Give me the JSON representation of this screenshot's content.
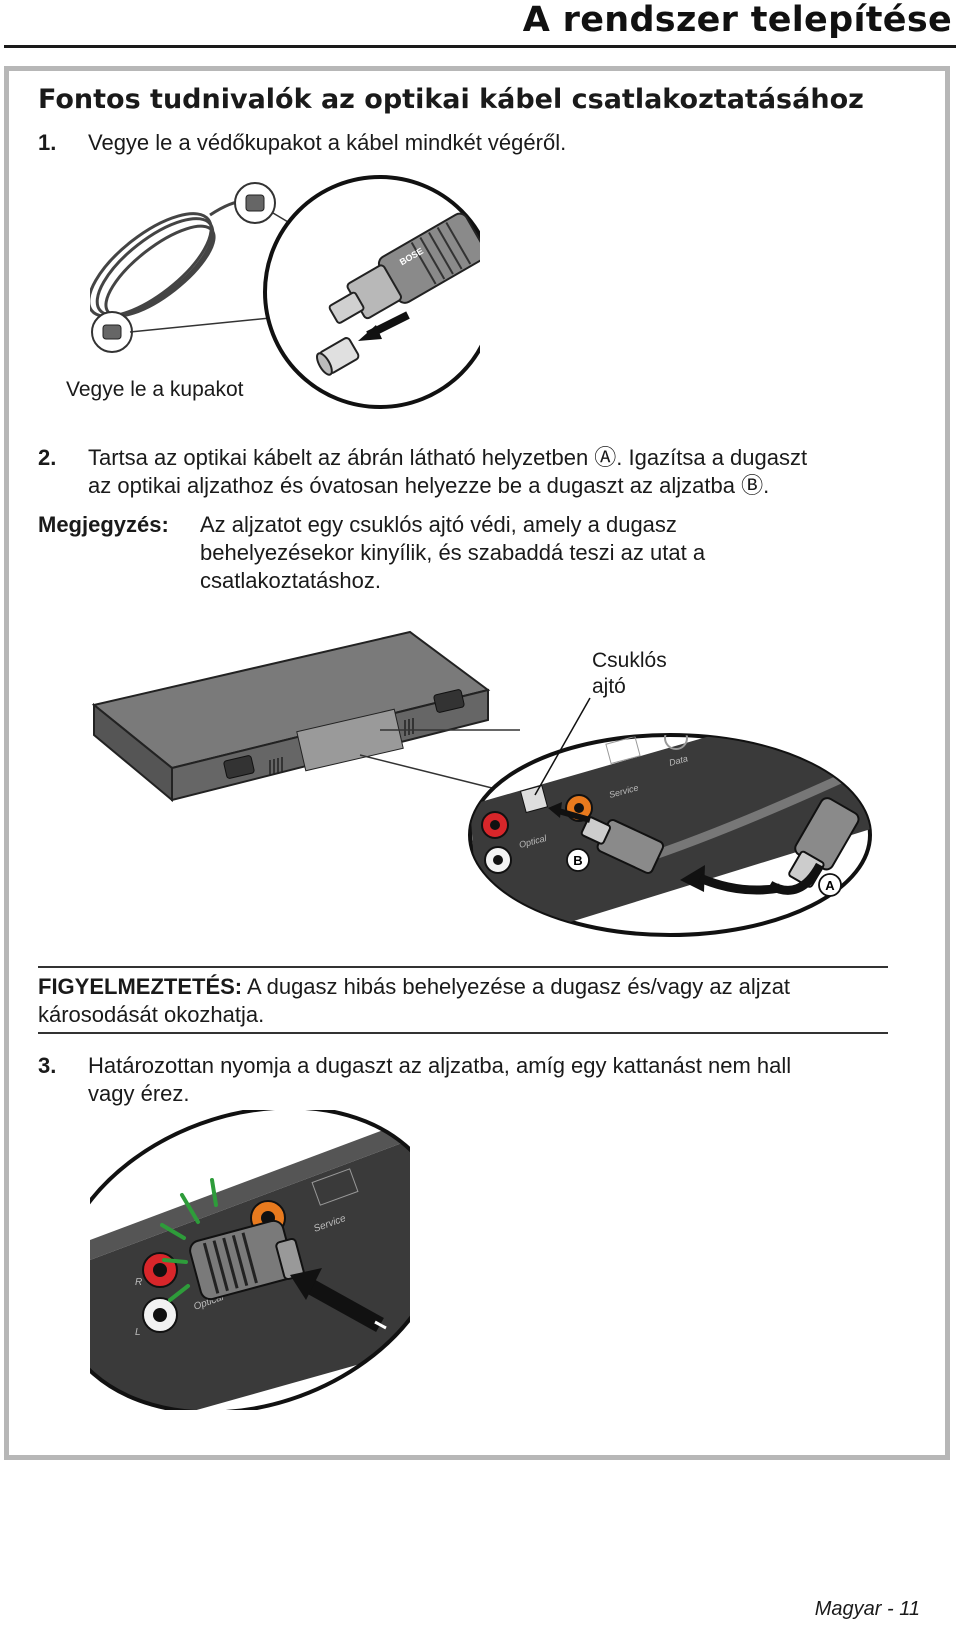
{
  "header": {
    "title": "A rendszer telepítése"
  },
  "section": {
    "heading": "Fontos tudnivalók az optikai kábel csatlakoztatásához"
  },
  "steps": [
    {
      "num": "1.",
      "text": "Vegye le a védőkupakot a kábel mindkét végéről."
    },
    {
      "num": "2.",
      "line1": "Tartsa az optikai kábelt az ábrán látható helyzetben Ⓐ. Igazítsa a dugaszt",
      "line2": "az optikai aljzathoz és óvatosan helyezze be a dugaszt az aljzatba Ⓑ."
    },
    {
      "num": "3.",
      "line1": "Határozottan nyomja a dugaszt az aljzatba, amíg egy kattanást nem hall",
      "line2": "vagy érez."
    }
  ],
  "figure1": {
    "caption": "Vegye le a kupakot",
    "logo": "BOSE"
  },
  "note": {
    "label": "Megjegyzés:",
    "line1": "Az aljzatot egy csuklós ajtó védi, amely a dugasz",
    "line2": "behelyezésekor kinyílik, és szabaddá teszi az utat a",
    "line3": "csatlakoztatáshoz."
  },
  "figure2": {
    "callout_line1": "Csuklós",
    "callout_line2": "ajtó",
    "label_a": "A",
    "label_b": "B",
    "panel_labels": {
      "optical": "Optical",
      "service": "Service",
      "data": "Data"
    }
  },
  "warning": {
    "label": "FIGYELMEZTETÉS:",
    "line1": " A dugasz hibás behelyezése a dugasz és/vagy az aljzat",
    "line2": "károsodását okozhatja."
  },
  "figure3": {
    "label_r": "R",
    "label_l": "L",
    "label_optical": "Optical",
    "label_service": "Service"
  },
  "footer": {
    "page": "Magyar - 11"
  },
  "colors": {
    "frame": "#b7b7b7",
    "rca_red": "#d8262a",
    "rca_orange": "#e87a1e",
    "panel_dark": "#3a3a3a"
  }
}
